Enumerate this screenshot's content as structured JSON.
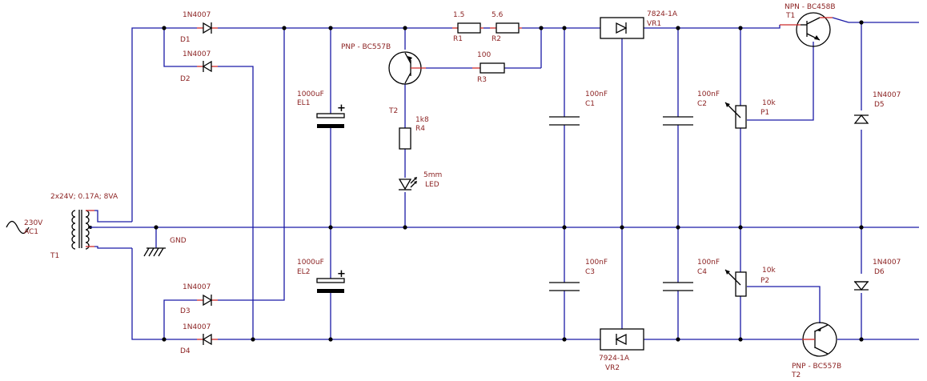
{
  "source": {
    "label": "230V",
    "ref": "AC1"
  },
  "transformer": {
    "label": "2x24V; 0.17A; 8VA",
    "ref": "T1"
  },
  "ground": {
    "label": "GND"
  },
  "diodes": [
    {
      "ref": "D1",
      "value": "1N4007"
    },
    {
      "ref": "D2",
      "value": "1N4007"
    },
    {
      "ref": "D3",
      "value": "1N4007"
    },
    {
      "ref": "D4",
      "value": "1N4007"
    },
    {
      "ref": "D5",
      "value": "1N4007"
    },
    {
      "ref": "D6",
      "value": "1N4007"
    }
  ],
  "electrolytics": [
    {
      "ref": "EL1",
      "value": "1000uF"
    },
    {
      "ref": "EL2",
      "value": "1000uF"
    }
  ],
  "capacitors": [
    {
      "ref": "C1",
      "value": "100nF"
    },
    {
      "ref": "C2",
      "value": "100nF"
    },
    {
      "ref": "C3",
      "value": "100nF"
    },
    {
      "ref": "C4",
      "value": "100nF"
    }
  ],
  "resistors": [
    {
      "ref": "R1",
      "value": "1.5"
    },
    {
      "ref": "R2",
      "value": "5.6"
    },
    {
      "ref": "R3",
      "value": "100"
    },
    {
      "ref": "R4",
      "value": "1k8"
    }
  ],
  "led": {
    "ref": "LED",
    "value": "5mm"
  },
  "regulators": [
    {
      "ref": "VR1",
      "value": "7824-1A"
    },
    {
      "ref": "VR2",
      "value": "7924-1A"
    }
  ],
  "potentiometers": [
    {
      "ref": "P1",
      "value": "10k"
    },
    {
      "ref": "P2",
      "value": "10k"
    }
  ],
  "transistors": [
    {
      "ref": "T1",
      "type": "NPN - BC458B"
    },
    {
      "ref": "T2",
      "type": "PNP - BC557B"
    },
    {
      "ref": "T2",
      "type": "PNP - BC557B"
    }
  ]
}
